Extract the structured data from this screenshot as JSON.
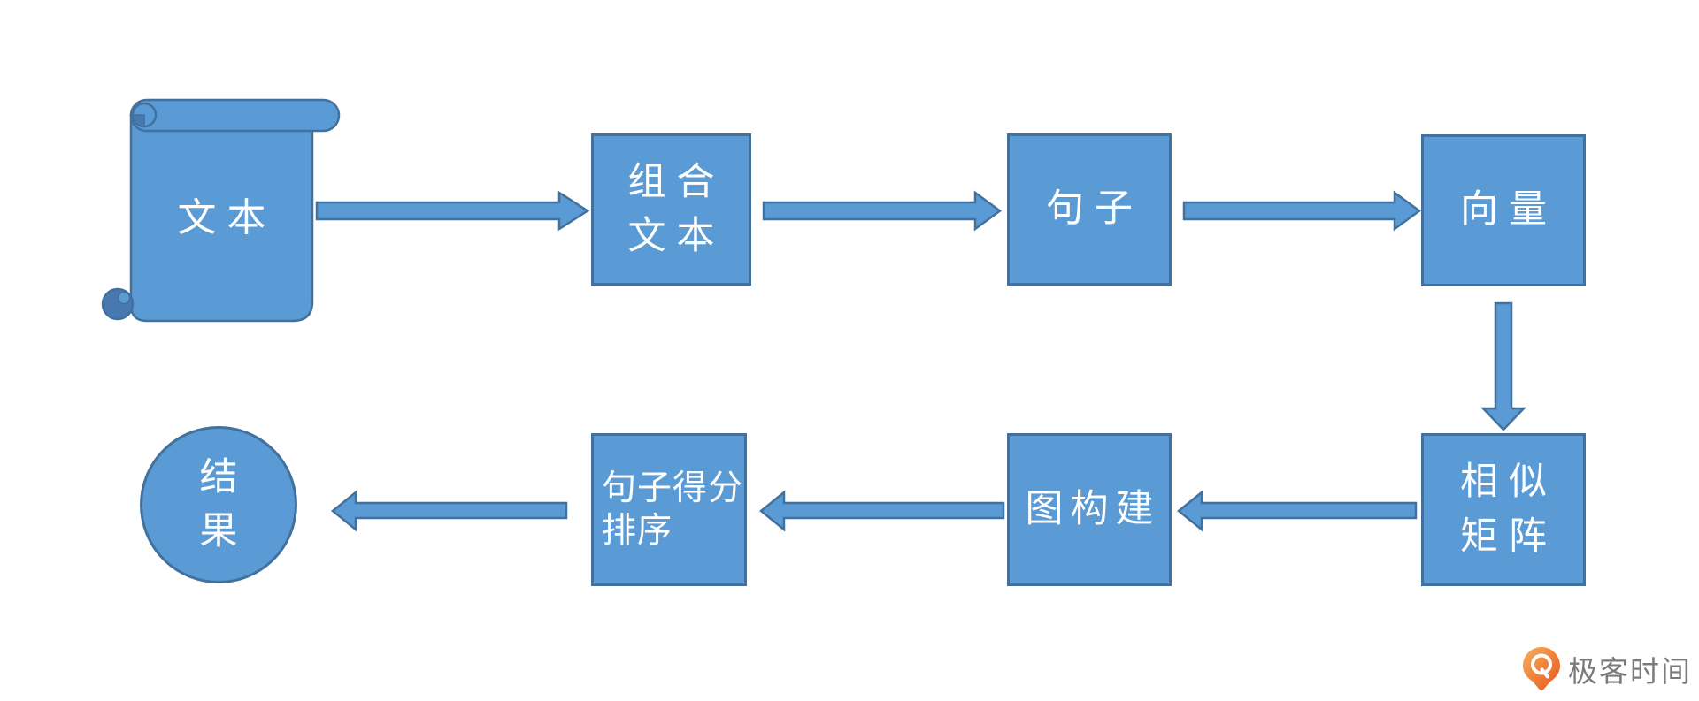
{
  "diagram": {
    "type": "flowchart",
    "colors": {
      "shape_fill": "#5B9BD5",
      "shape_border": "#41719C",
      "shape_text": "#FFFFFF",
      "scroll_curl_fill": "#4878B0"
    },
    "nodes": {
      "source": {
        "shape": "vertical-scroll",
        "label": "文本"
      },
      "combine": {
        "shape": "rectangle",
        "lines": [
          "组合",
          "文本"
        ]
      },
      "sentence": {
        "shape": "rectangle",
        "label": "句子"
      },
      "vector": {
        "shape": "rectangle",
        "label": "向量"
      },
      "similarity": {
        "shape": "rectangle",
        "lines": [
          "相似",
          "矩阵"
        ]
      },
      "graph": {
        "shape": "rectangle",
        "label": "图构建"
      },
      "ranking": {
        "shape": "rectangle",
        "lines": [
          "句子得分",
          "排序"
        ]
      },
      "result": {
        "shape": "circle",
        "lines": [
          "结",
          "果"
        ]
      }
    },
    "edges": [
      {
        "from": "文本",
        "to": "组合文本",
        "direction": "right"
      },
      {
        "from": "组合文本",
        "to": "句子",
        "direction": "right"
      },
      {
        "from": "句子",
        "to": "向量",
        "direction": "right"
      },
      {
        "from": "向量",
        "to": "相似矩阵",
        "direction": "down"
      },
      {
        "from": "相似矩阵",
        "to": "图构建",
        "direction": "left"
      },
      {
        "from": "图构建",
        "to": "句子得分排序",
        "direction": "left"
      },
      {
        "from": "句子得分排序",
        "to": "结果",
        "direction": "left"
      }
    ]
  },
  "watermark": {
    "brand": "极客时间",
    "icon_color_top": "#F8B05A",
    "icon_color_bottom": "#E8551E",
    "text_color": "#7A7A7A"
  }
}
